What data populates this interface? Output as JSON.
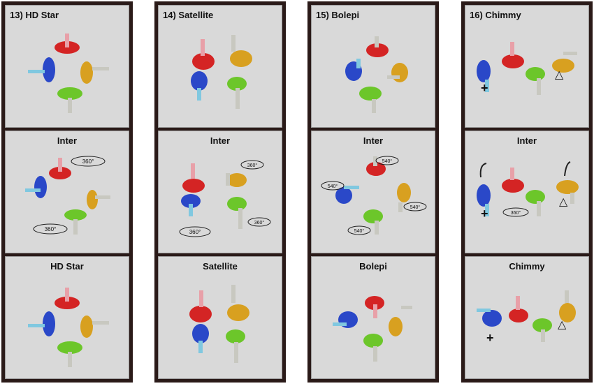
{
  "colors": {
    "frame": "#2a1a18",
    "panel_bg": "#d9d9d9",
    "red": "#d42424",
    "blue": "#2a48c8",
    "green": "#6cc62a",
    "gold": "#d8a020",
    "pink": "#e8a0a8",
    "light_blue": "#80c8e0",
    "grey_limb": "#c8c8c0"
  },
  "columns": [
    {
      "title": "13) HD Star",
      "inter_label": "Inter",
      "final_label": "HD Star",
      "rotation_labels": [
        "360°",
        "360°"
      ]
    },
    {
      "title": "14) Satellite",
      "inter_label": "Inter",
      "final_label": "Satellite",
      "rotation_labels": [
        "360°",
        "360°",
        "360°"
      ]
    },
    {
      "title": "15) Bolepi",
      "inter_label": "Inter",
      "final_label": "Bolepi",
      "rotation_labels": [
        "540°",
        "540°",
        "540°",
        "540°"
      ]
    },
    {
      "title": "16) Chimmy",
      "inter_label": "Inter",
      "final_label": "Chimmy",
      "rotation_labels": [
        "360°"
      ],
      "markers": [
        "+",
        "△"
      ]
    }
  ]
}
